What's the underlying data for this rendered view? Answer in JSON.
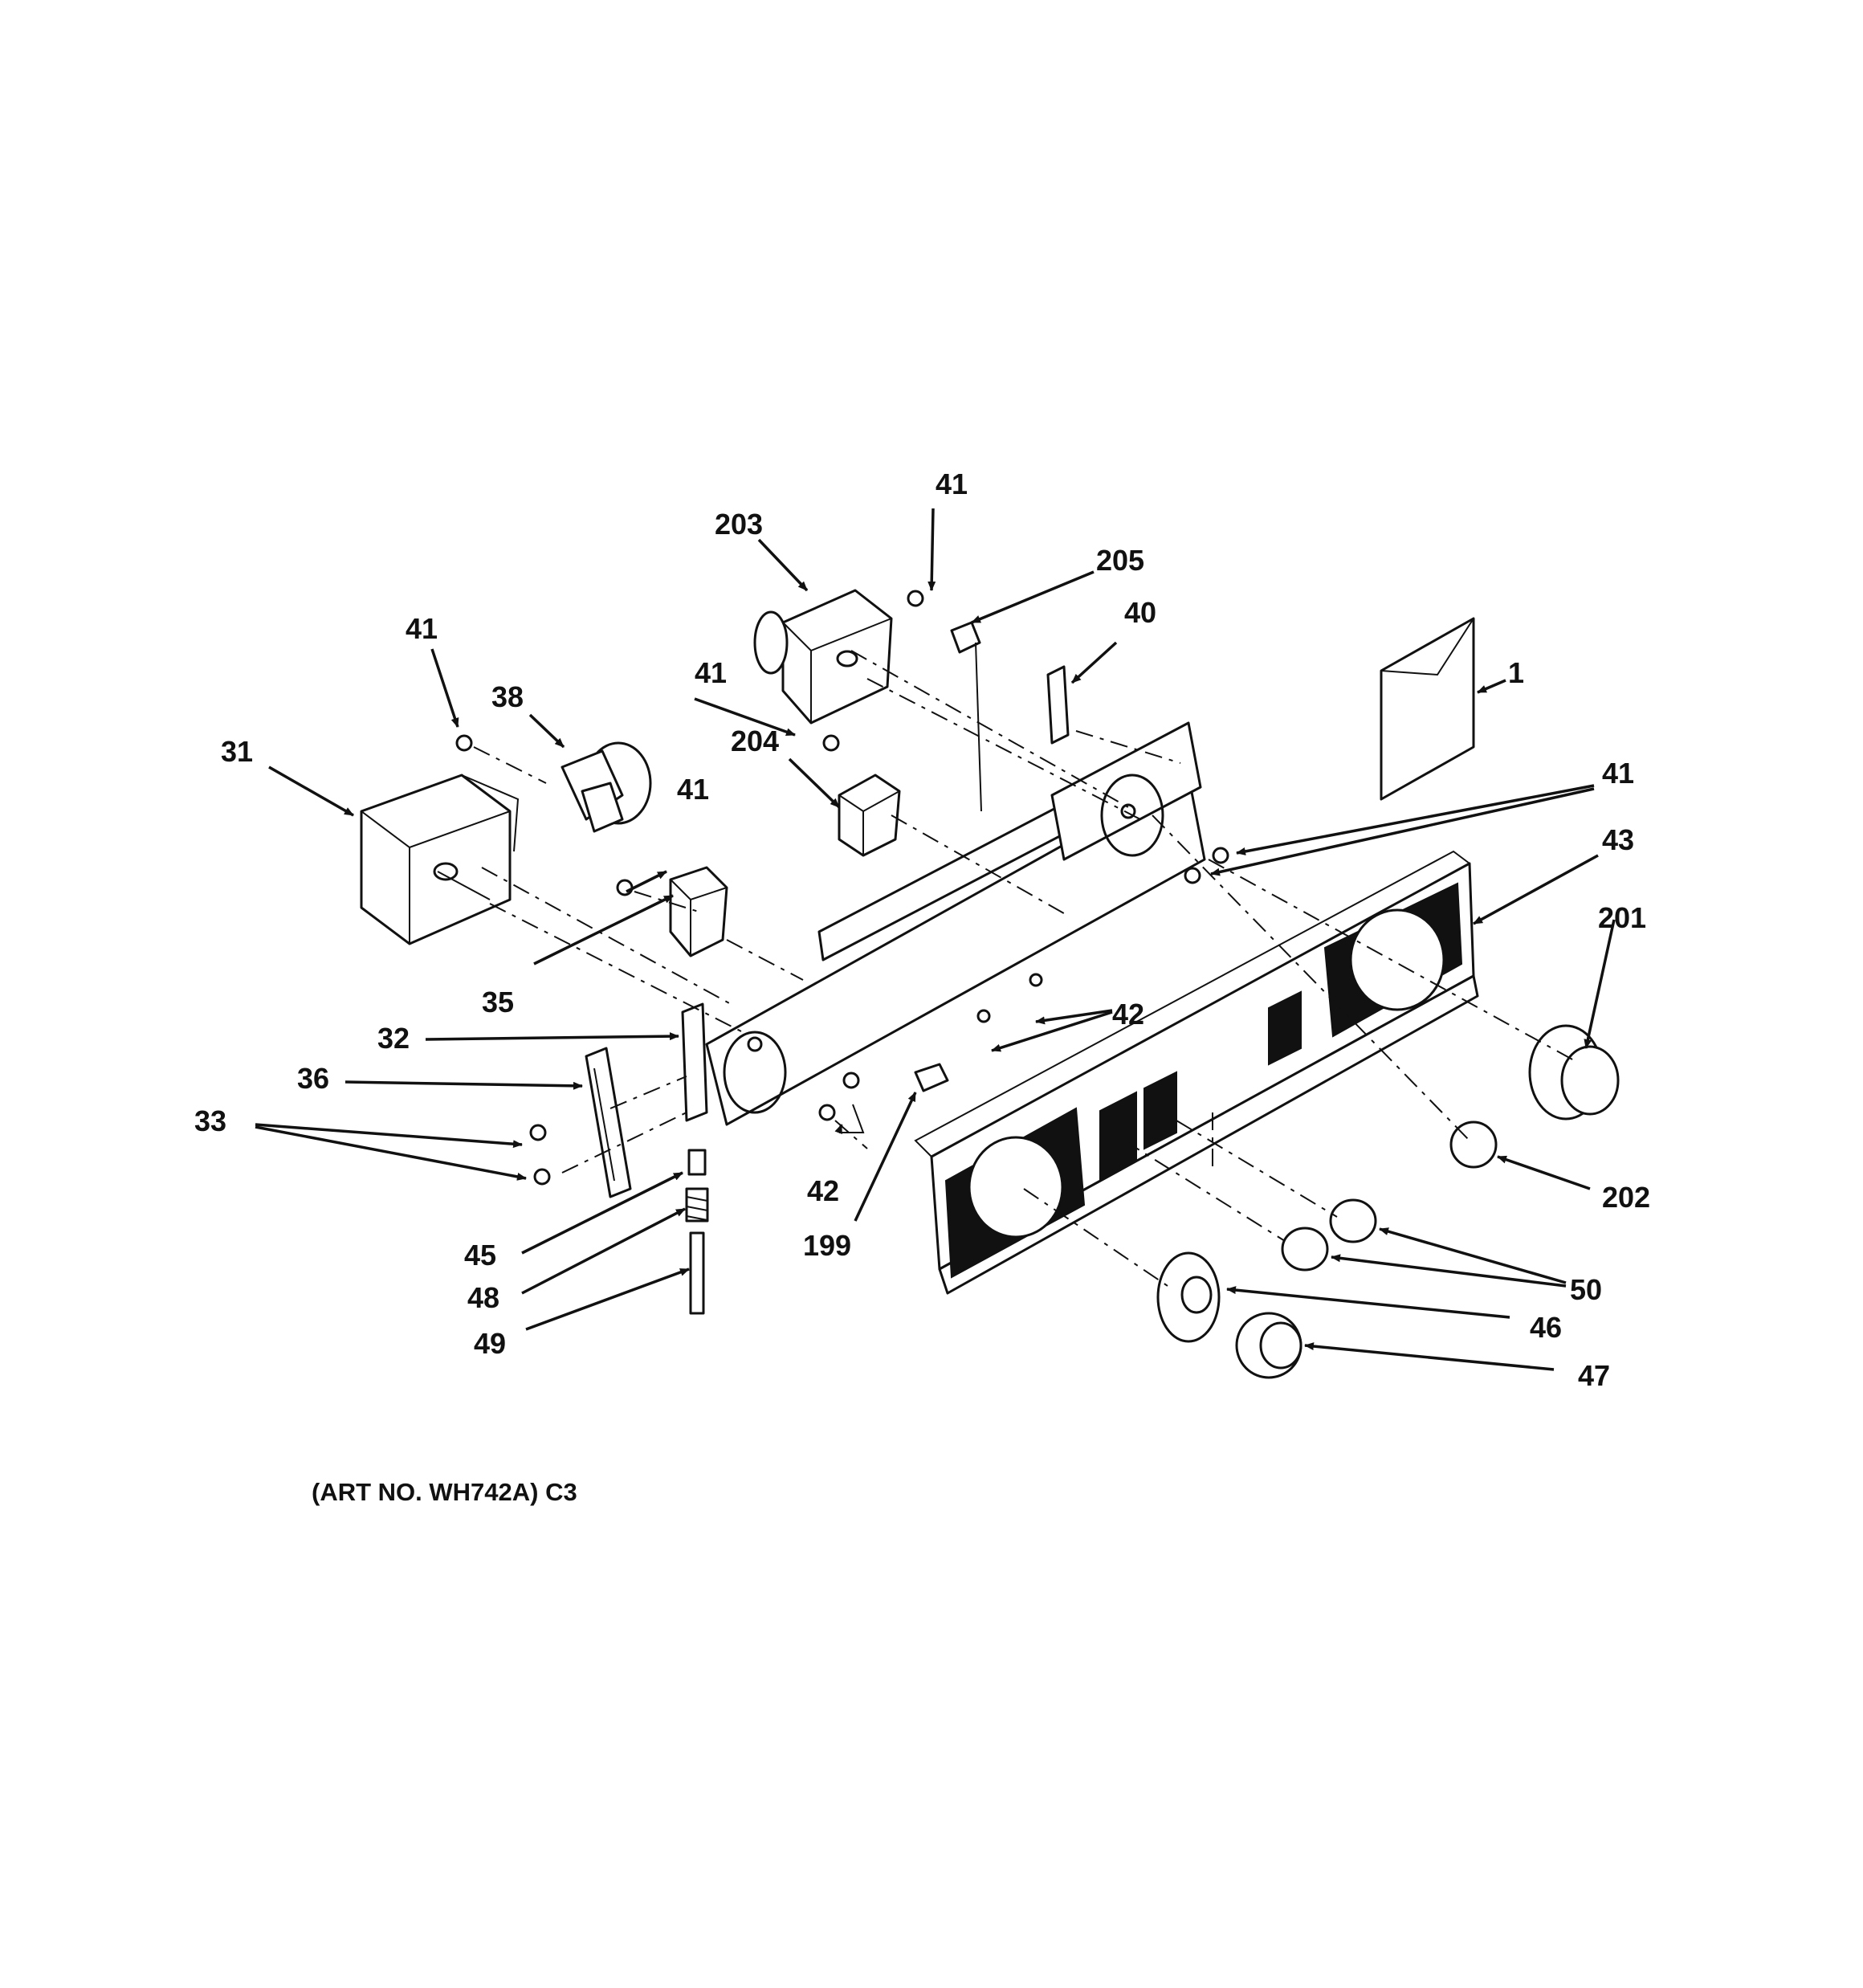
{
  "callouts": [
    {
      "id": "c1",
      "text": "1"
    },
    {
      "id": "c31",
      "text": "31"
    },
    {
      "id": "c32",
      "text": "32"
    },
    {
      "id": "c33",
      "text": "33"
    },
    {
      "id": "c35",
      "text": "35"
    },
    {
      "id": "c36",
      "text": "36"
    },
    {
      "id": "c38",
      "text": "38"
    },
    {
      "id": "c40",
      "text": "40"
    },
    {
      "id": "c41a",
      "text": "41"
    },
    {
      "id": "c41b",
      "text": "41"
    },
    {
      "id": "c41c",
      "text": "41"
    },
    {
      "id": "c41d",
      "text": "41"
    },
    {
      "id": "c41e",
      "text": "41"
    },
    {
      "id": "c42a",
      "text": "42"
    },
    {
      "id": "c42b",
      "text": "42"
    },
    {
      "id": "c43",
      "text": "43"
    },
    {
      "id": "c45",
      "text": "45"
    },
    {
      "id": "c46",
      "text": "46"
    },
    {
      "id": "c47",
      "text": "47"
    },
    {
      "id": "c48",
      "text": "48"
    },
    {
      "id": "c49",
      "text": "49"
    },
    {
      "id": "c50",
      "text": "50"
    },
    {
      "id": "c199",
      "text": "199"
    },
    {
      "id": "c201",
      "text": "201"
    },
    {
      "id": "c202",
      "text": "202"
    },
    {
      "id": "c203",
      "text": "203"
    },
    {
      "id": "c204",
      "text": "204"
    },
    {
      "id": "c205",
      "text": "205"
    }
  ],
  "footer": {
    "art_number": "(ART NO. WH742A) C3"
  }
}
